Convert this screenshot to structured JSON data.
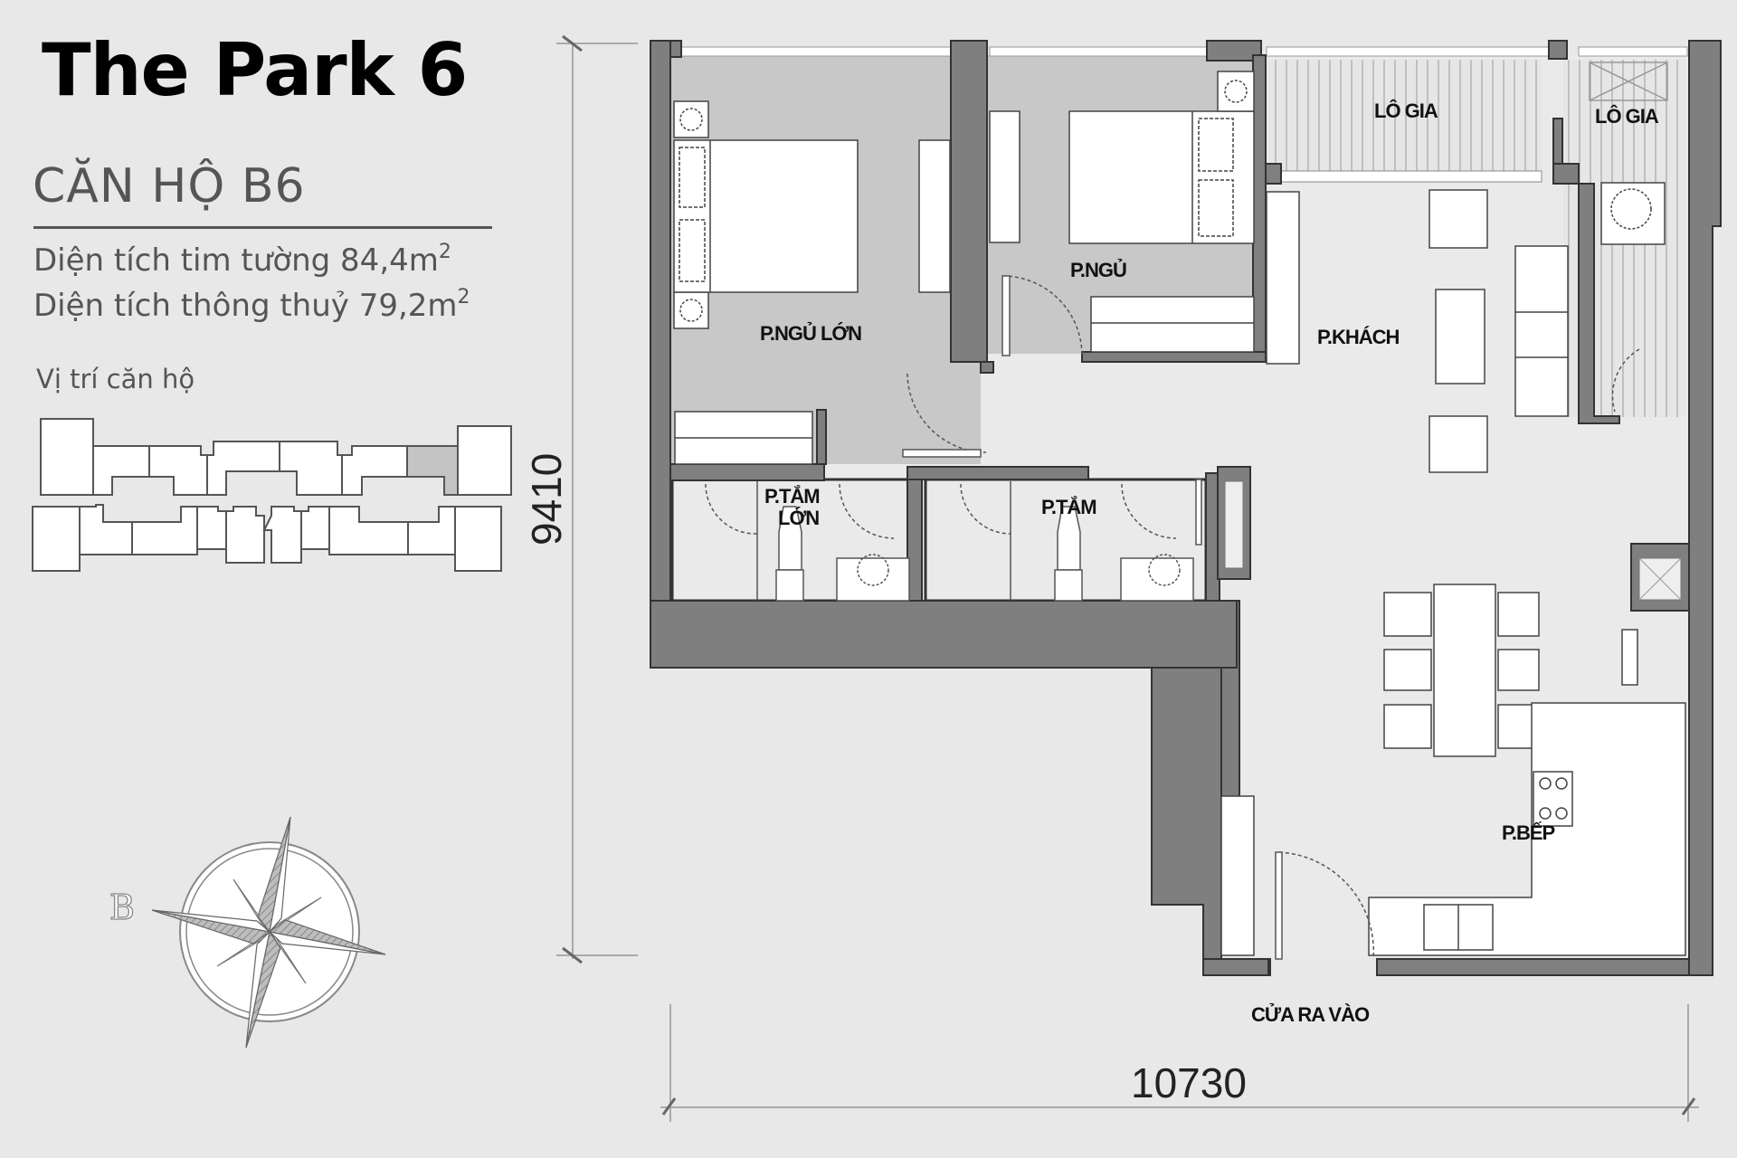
{
  "header": {
    "project_title": "The Park 6",
    "unit_title": "CĂN HỘ B6",
    "area_wall_center_label": "Diện tích tim tường 84,4m",
    "area_wall_center_sup": "2",
    "area_clear_label": "Diện tích thông thuỷ 79,2m",
    "area_clear_sup": "2",
    "location_label": "Vị trí căn hộ"
  },
  "compass": {
    "north_label": "B"
  },
  "floor_plan": {
    "rooms": [
      {
        "id": "master-bedroom",
        "label": "P.NGỦ LỚN"
      },
      {
        "id": "bedroom",
        "label": "P.NGỦ"
      },
      {
        "id": "loggia-1",
        "label": "LÔ GIA"
      },
      {
        "id": "loggia-2",
        "label": "LÔ GIA"
      },
      {
        "id": "living-room",
        "label": "P.KHÁCH"
      },
      {
        "id": "master-bath-line1",
        "label": "P.TẮM"
      },
      {
        "id": "master-bath-line2",
        "label": "LỚN"
      },
      {
        "id": "bathroom",
        "label": "P.TẮM"
      },
      {
        "id": "kitchen",
        "label": "P.BẾP"
      },
      {
        "id": "entrance",
        "label": "CỬA RA VÀO"
      }
    ],
    "dimensions": {
      "width_mm": "10730",
      "height_mm": "9410"
    }
  },
  "colors": {
    "background": "#e8e8e8",
    "wall": "#7f7f7f",
    "wall_outline": "#333333",
    "bedroom_floor": "#c8c8c8",
    "furniture": "#ffffff",
    "highlight_unit": "#c4c4c4",
    "text_dark": "#111111",
    "text_gray": "#555555"
  }
}
